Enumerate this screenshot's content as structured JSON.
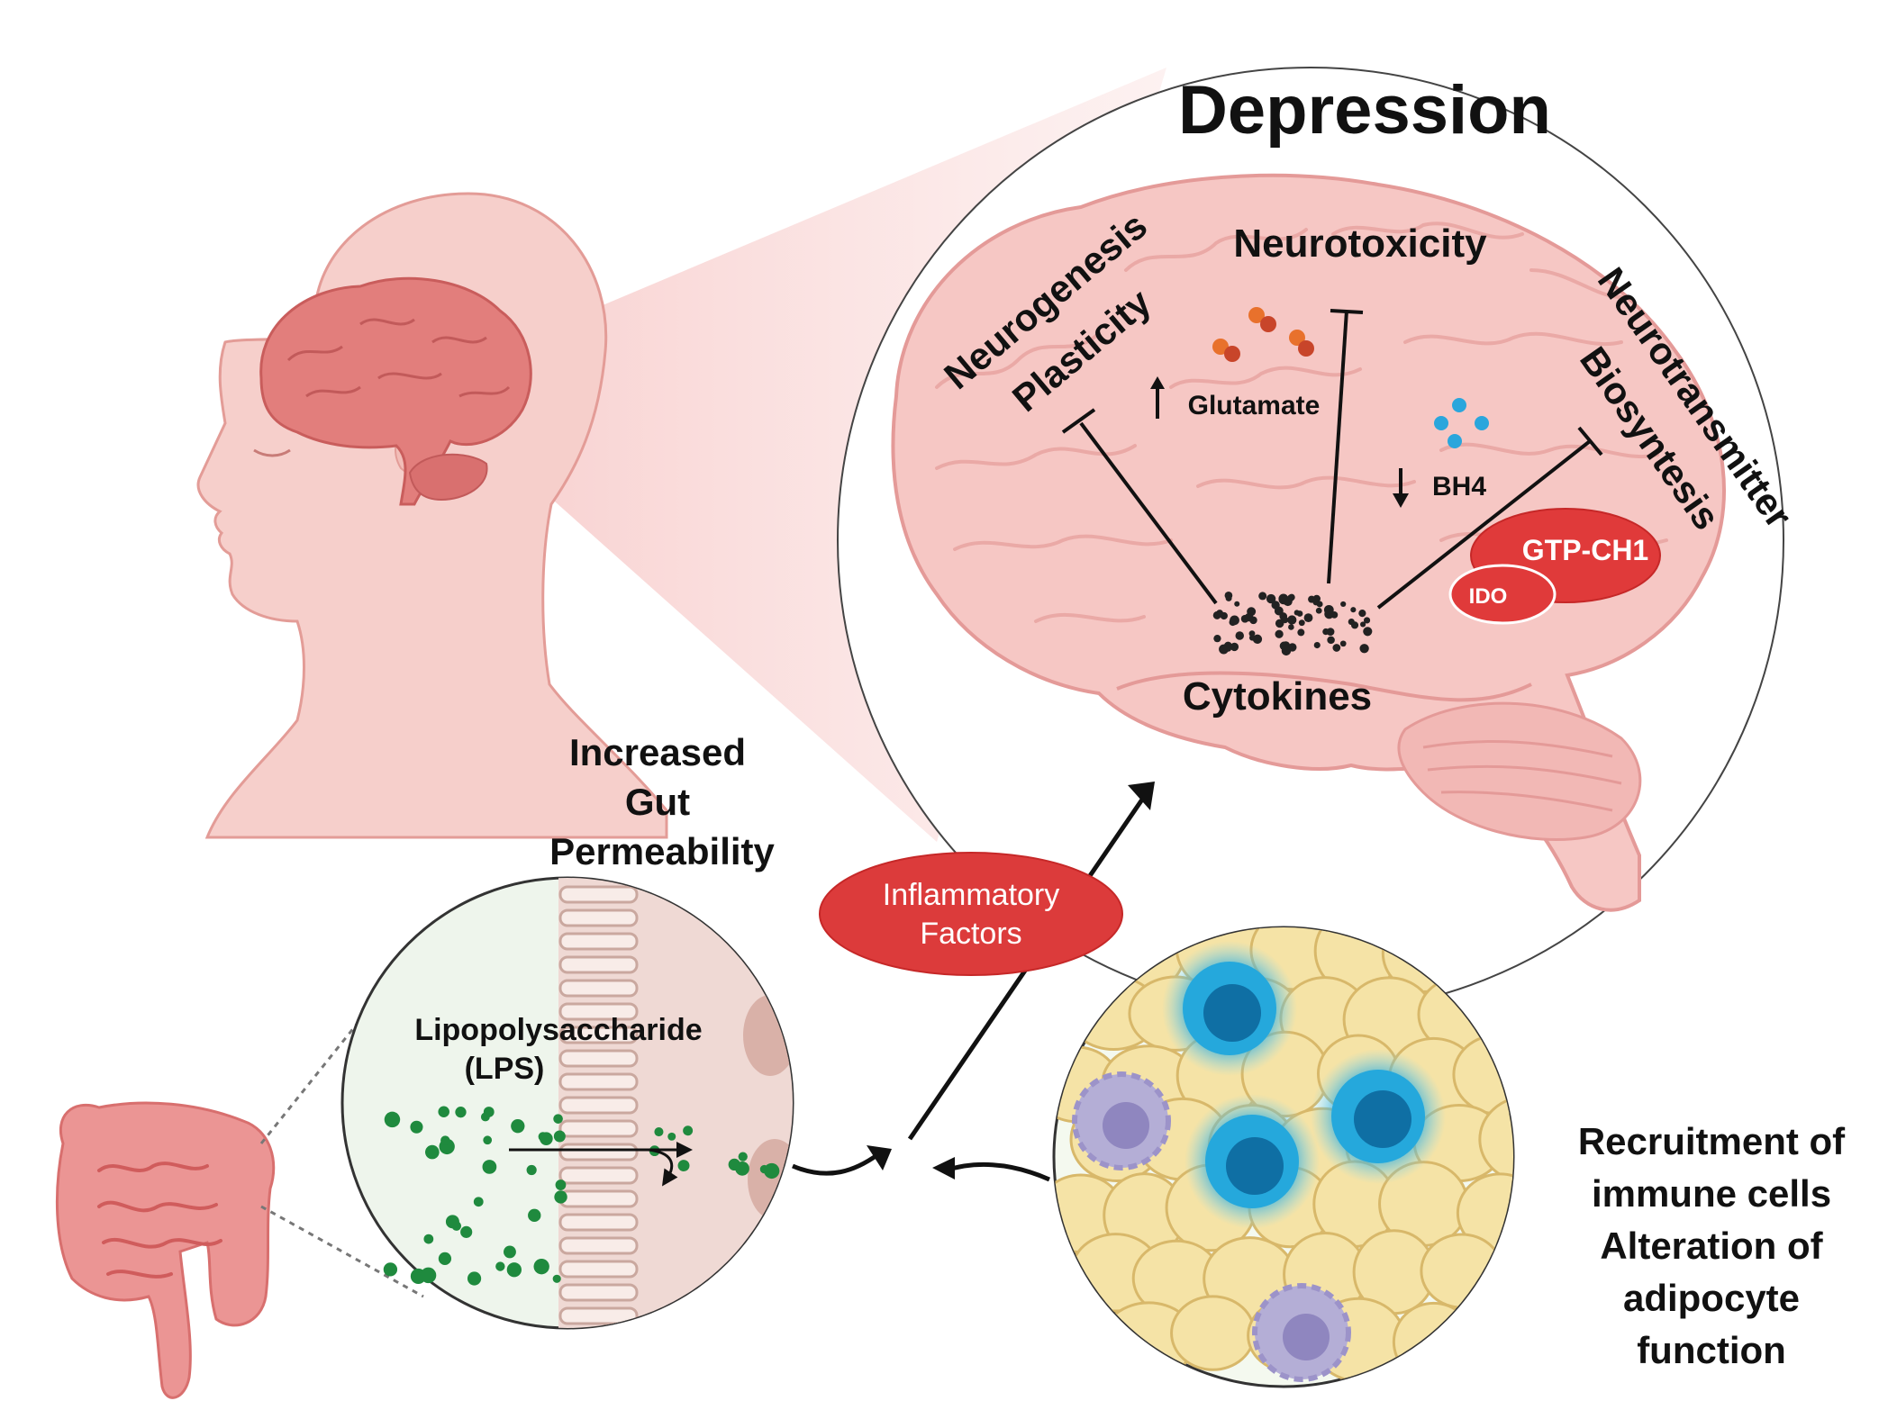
{
  "title": "Depression",
  "brain": {
    "labels": {
      "neurogenesis": "Neurogenesis",
      "plasticity": "Plasticity",
      "neurotoxicity": "Neurotoxicity",
      "glutamate": "Glutamate",
      "bh4": "BH4",
      "neurotransmitter": "Neurotransmitter",
      "biosynthesis": "Biosyntesis",
      "gtp_ch1": "GTP-CH1",
      "ido": "IDO",
      "cytokines": "Cytokines"
    }
  },
  "gut": {
    "permeability_line1": "Increased",
    "permeability_line2": "Gut",
    "permeability_line3": "Permeability",
    "lps_line1": "Lipopolysaccharide",
    "lps_line2": "(LPS)"
  },
  "inflammatory": {
    "line1": "Inflammatory",
    "line2": "Factors"
  },
  "adipose": {
    "line1": "Recruitment of",
    "line2": "immune cells",
    "line3": "Alteration of",
    "line4": "adipocyte",
    "line5": "function"
  },
  "colors": {
    "brain_fill": "#f6c7c4",
    "brain_stroke": "#e49a98",
    "enzyme_red": "#e03a3a",
    "inflammatory_red": "#dc3b3b",
    "lps_green": "#1f8a3e",
    "glutamate_orange": "#e8712c",
    "bh4_blue": "#2aa6dc",
    "immune_blue": "#1d9ad1",
    "adipocyte_yellow": "#f5e3a6",
    "macrophage_purple": "#b4aed6"
  }
}
